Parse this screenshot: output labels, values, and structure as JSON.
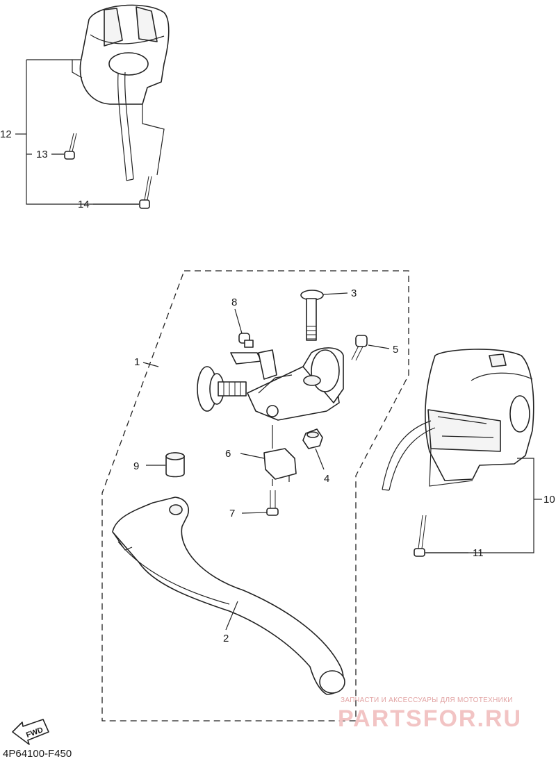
{
  "callouts": [
    {
      "id": "1",
      "label": "1"
    },
    {
      "id": "2",
      "label": "2"
    },
    {
      "id": "3",
      "label": "3"
    },
    {
      "id": "4",
      "label": "4"
    },
    {
      "id": "5",
      "label": "5"
    },
    {
      "id": "6",
      "label": "6"
    },
    {
      "id": "7",
      "label": "7"
    },
    {
      "id": "8",
      "label": "8"
    },
    {
      "id": "9",
      "label": "9"
    },
    {
      "id": "10",
      "label": "10"
    },
    {
      "id": "11",
      "label": "11"
    },
    {
      "id": "12",
      "label": "12"
    },
    {
      "id": "13",
      "label": "13"
    },
    {
      "id": "14",
      "label": "14"
    }
  ],
  "diagram_code": "4P64100-F450",
  "fwd_label": "FWD",
  "watermark": {
    "tagline": "ЗАПЧАСТИ И АКСЕССУАРЫ ДЛЯ МОТОТЕХНИКИ",
    "brand": "PARTSFOR.RU"
  },
  "colors": {
    "line": "#222222",
    "watermark": "#f2c4c4"
  }
}
